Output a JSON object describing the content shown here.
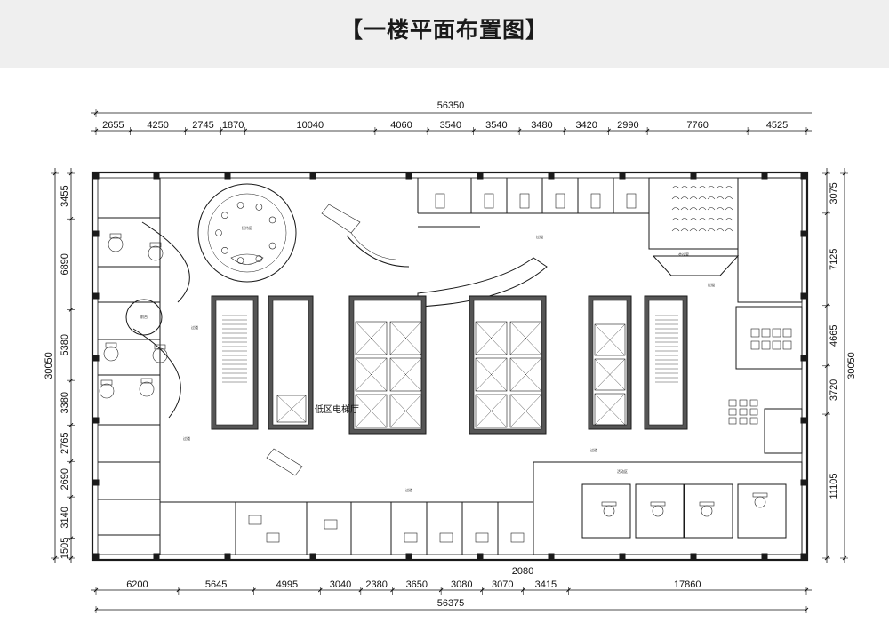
{
  "title": "【一楼平面布置图】",
  "dimensions": {
    "top_total": "56350",
    "top": [
      "2655",
      "4250",
      "2745",
      "1870",
      "10040",
      "4060",
      "3540",
      "3540",
      "3480",
      "3420",
      "2990",
      "7760",
      "4525"
    ],
    "bottom_total": "56375",
    "bottom_mid": "2080",
    "bottom": [
      "6200",
      "5645",
      "4995",
      "3040",
      "2380",
      "3650",
      "3080",
      "3070",
      "3415",
      "17860"
    ],
    "left_total": "30050",
    "left": [
      "3455",
      "6890",
      "5380",
      "3380",
      "2765",
      "2690",
      "3140",
      "1505"
    ],
    "right_total": "30050",
    "right": [
      "3075",
      "7125",
      "4665",
      "3720",
      "11105"
    ]
  },
  "rooms": {
    "elevator_hall": "低区电梯厅",
    "waiting_area": "接待区",
    "corridor": "过道",
    "sports": "活动区",
    "meeting": "会议室",
    "front": "前台"
  },
  "colors": {
    "header_bg": "#efefef",
    "wall": "#1a1a1a",
    "core_fill": "#555555"
  }
}
